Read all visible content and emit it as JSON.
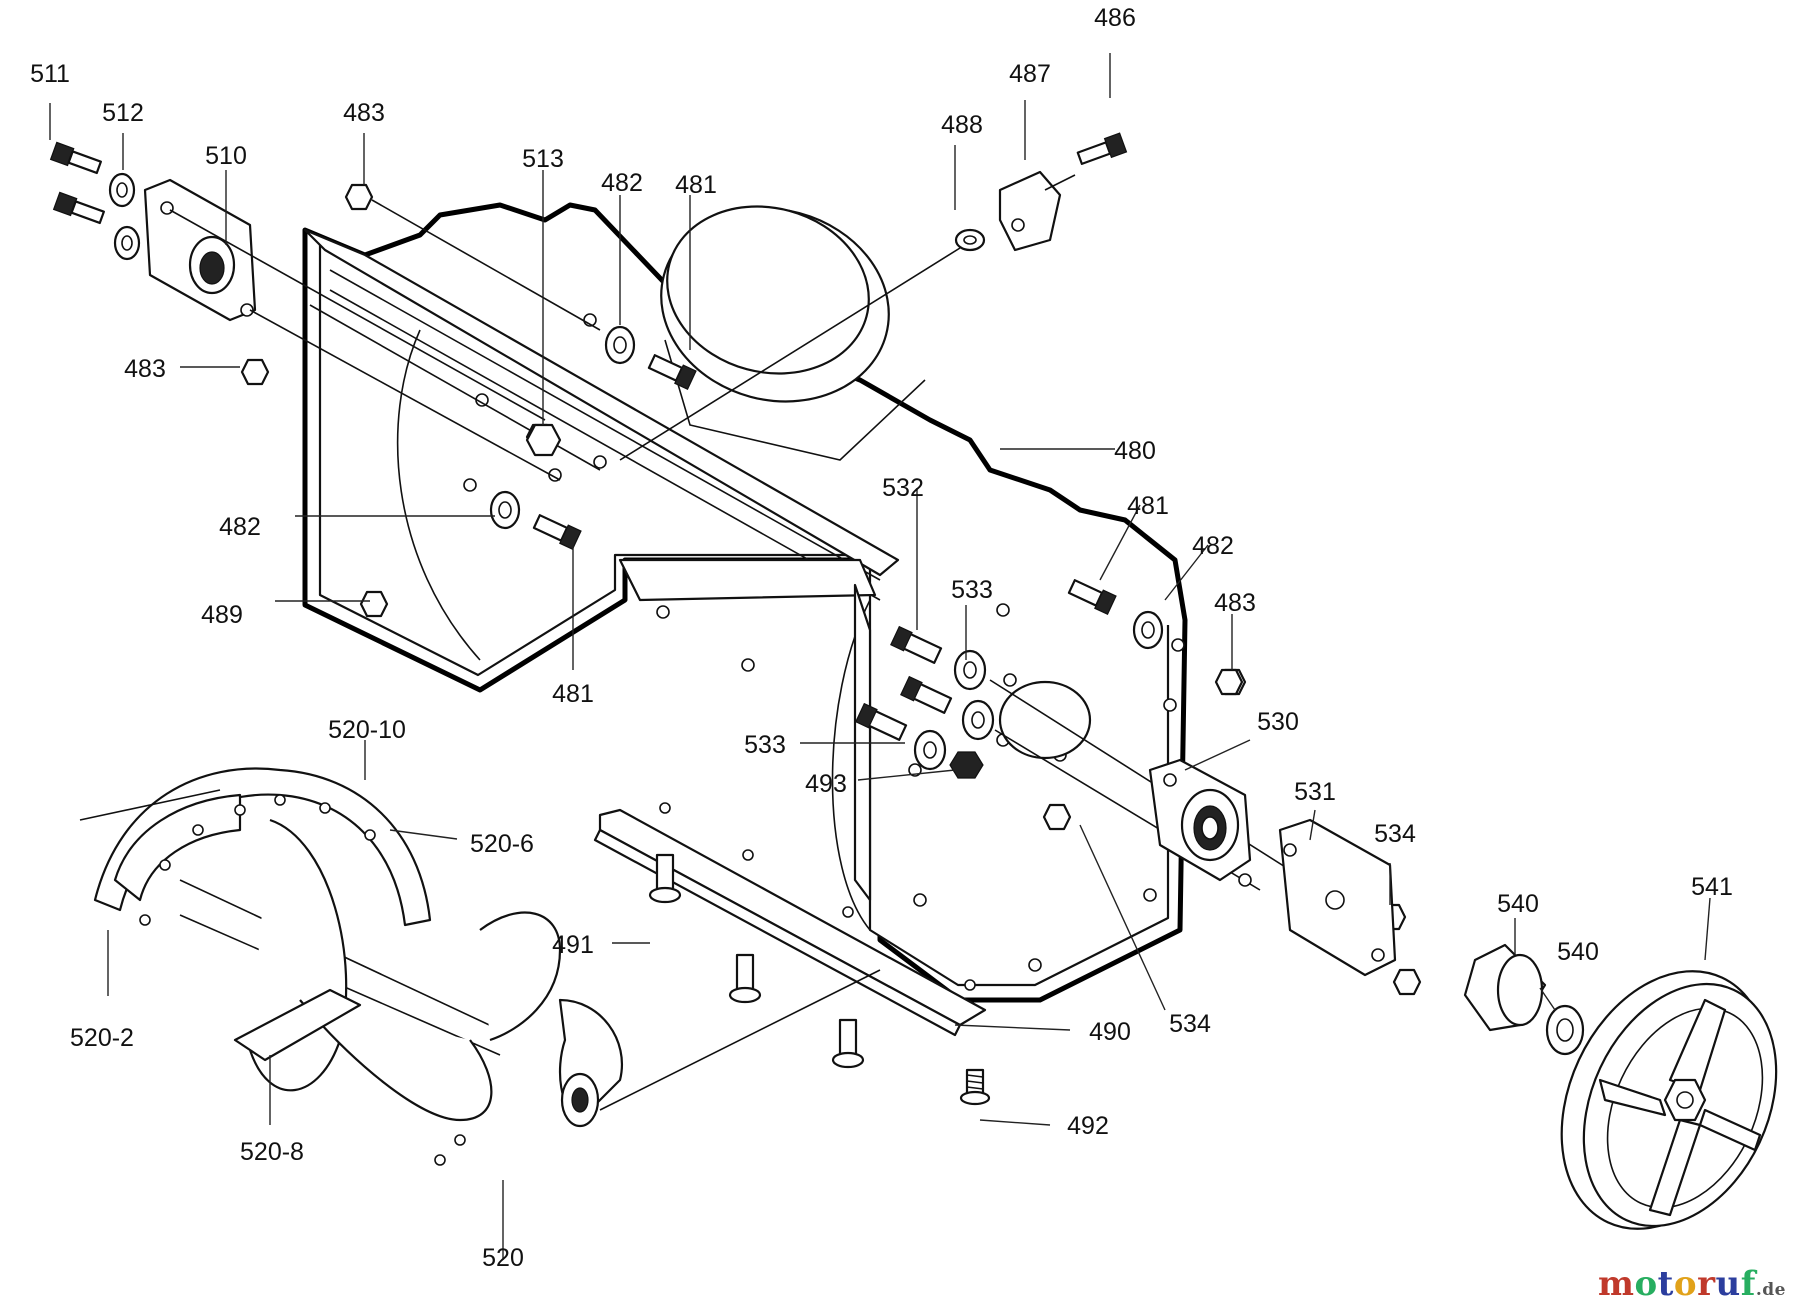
{
  "diagram": {
    "parts": [
      {
        "number": "511"
      },
      {
        "number": "512"
      },
      {
        "number": "510"
      },
      {
        "number": "483"
      },
      {
        "number": "513"
      },
      {
        "number": "482"
      },
      {
        "number": "481"
      },
      {
        "number": "488"
      },
      {
        "number": "487"
      },
      {
        "number": "486"
      },
      {
        "number": "483"
      },
      {
        "number": "480"
      },
      {
        "number": "482"
      },
      {
        "number": "532"
      },
      {
        "number": "481"
      },
      {
        "number": "482"
      },
      {
        "number": "489"
      },
      {
        "number": "481"
      },
      {
        "number": "533"
      },
      {
        "number": "483"
      },
      {
        "number": "520-10"
      },
      {
        "number": "533"
      },
      {
        "number": "530"
      },
      {
        "number": "520-6"
      },
      {
        "number": "493"
      },
      {
        "number": "531"
      },
      {
        "number": "534"
      },
      {
        "number": "540"
      },
      {
        "number": "541"
      },
      {
        "number": "540"
      },
      {
        "number": "491"
      },
      {
        "number": "520-2"
      },
      {
        "number": "534"
      },
      {
        "number": "490"
      },
      {
        "number": "520-8"
      },
      {
        "number": "492"
      },
      {
        "number": "520"
      }
    ]
  },
  "watermark": {
    "letters": [
      {
        "char": "m",
        "color": "#c0392b"
      },
      {
        "char": "o",
        "color": "#27ae60"
      },
      {
        "char": "t",
        "color": "#2c3e9e"
      },
      {
        "char": "o",
        "color": "#e1a21a"
      },
      {
        "char": "r",
        "color": "#c0392b"
      },
      {
        "char": "u",
        "color": "#2c3e9e"
      },
      {
        "char": "f",
        "color": "#27ae60"
      }
    ],
    "suffix": ".de",
    "suffix_color": "#555555"
  }
}
